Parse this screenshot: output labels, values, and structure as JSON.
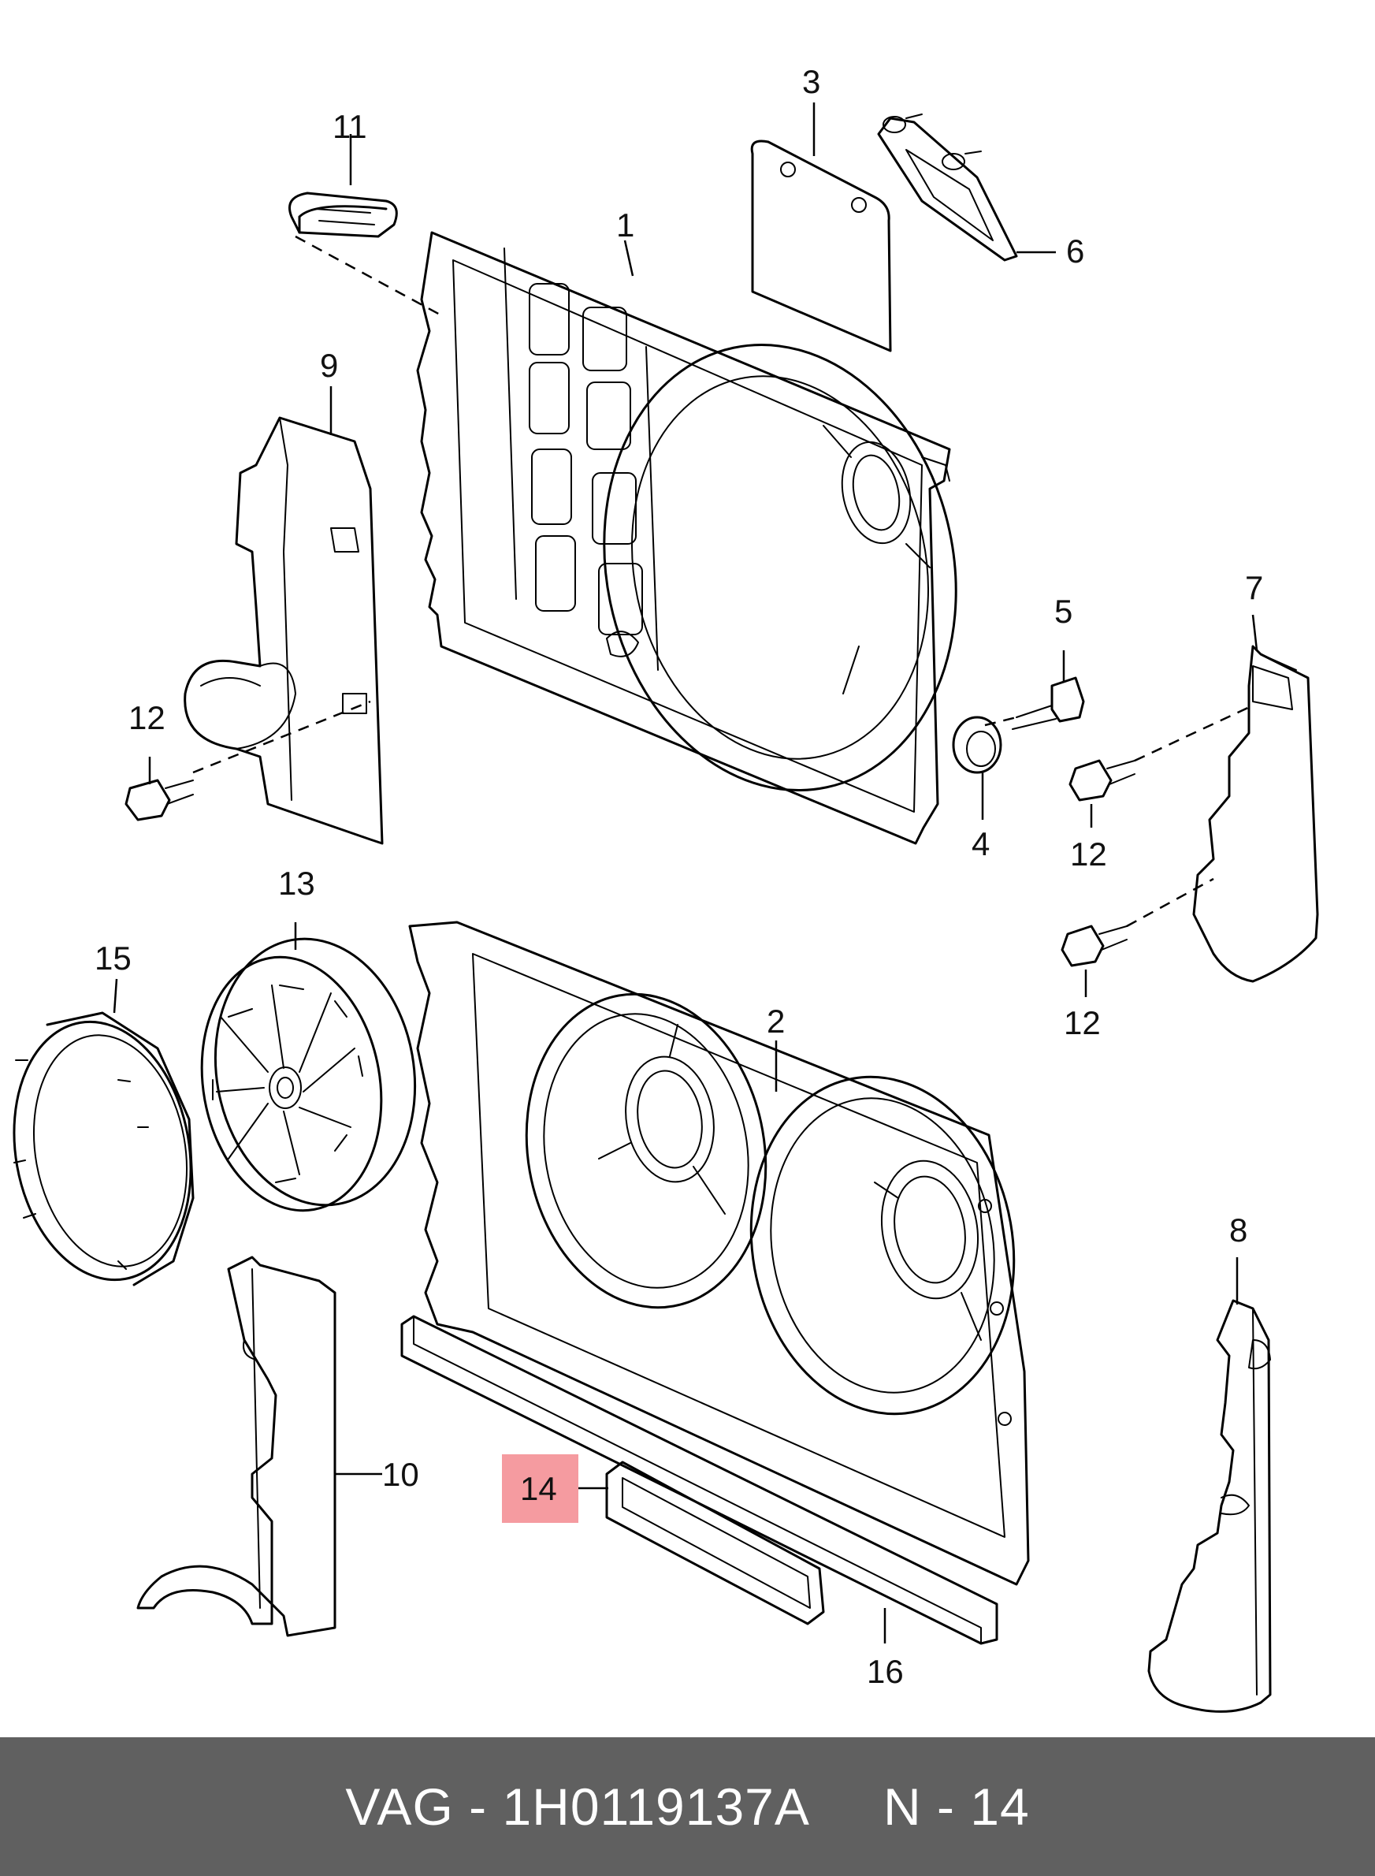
{
  "diagram": {
    "callouts": {
      "c1": "1",
      "c2": "2",
      "c3": "3",
      "c4": "4",
      "c5": "5",
      "c6": "6",
      "c7": "7",
      "c8": "8",
      "c9": "9",
      "c10": "10",
      "c11": "11",
      "c12a": "12",
      "c12b": "12",
      "c12c": "12",
      "c13": "13",
      "c14": "14",
      "c15": "15",
      "c16": "16"
    },
    "highlighted_callout": "14",
    "highlight_color": "#f59ba0"
  },
  "footer": {
    "brand": "VAG",
    "part_number": "1H0119137A",
    "ref": "N - 14",
    "background": "#606060",
    "text_color": "#ffffff"
  }
}
